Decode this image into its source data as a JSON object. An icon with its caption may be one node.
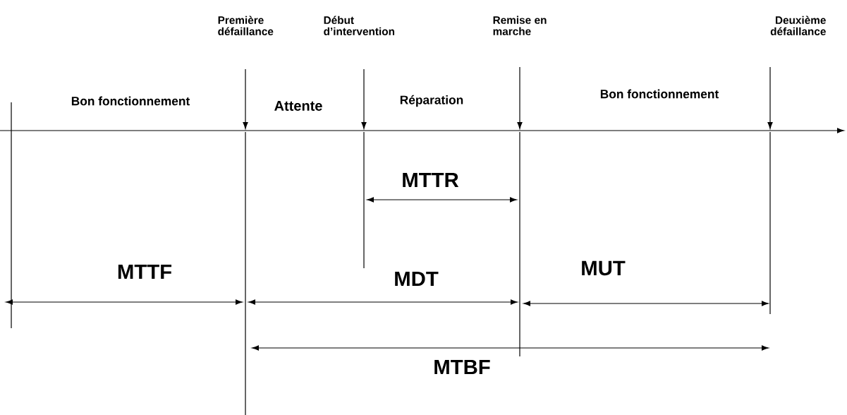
{
  "diagram": {
    "labels": [
      "Première défaillance",
      "Début d’intervention",
      "Remise en marche",
      "Deuxième défaillance",
      "Bon fonctionnement",
      "Attente",
      "Réparation",
      "Bon fonctionnement",
      "MTTR",
      "MTTF",
      "MDT",
      "MUT",
      "MTBF"
    ]
  }
}
